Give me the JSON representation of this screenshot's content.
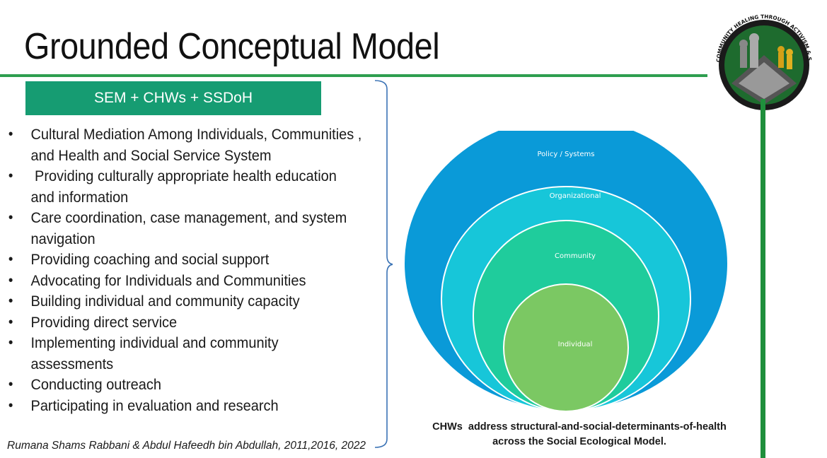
{
  "title": "Grounded Conceptual Model",
  "header_box": "SEM + CHWs + SSDoH",
  "bullets": [
    "Cultural Mediation Among Individuals, Communities , and Health and Social Service System",
    " Providing culturally appropriate health education and information",
    "Care coordination, case management, and system navigation",
    "Providing coaching and social support",
    "Advocating for Individuals and Communities",
    "Building individual and community capacity",
    "Providing direct service",
    "Implementing individual and community assessments",
    "Conducting outreach",
    "Participating in evaluation and research"
  ],
  "bullet_glyph": "•",
  "citation": "Rumana Shams Rabbani & Abdul Hafeedh bin Abdullah, 2011,2016, 2022",
  "diagram": {
    "levels": [
      {
        "label": "Policy / Systems",
        "color": "#0a9ad8"
      },
      {
        "label": "Organizational",
        "color": "#17c6d9"
      },
      {
        "label": "Community",
        "color": "#1fcc9c"
      },
      {
        "label": "Individual",
        "color": "#7bc863"
      }
    ],
    "caption_line1": "CHWs  address structural-and-social-determinants-of-health",
    "caption_line2": "across the Social Ecological Model."
  },
  "logo": {
    "text": "COMMUNITY HEALING THROUGH ACTIVISM & STRATEGIC MOBILIZATION",
    "icon": "chess-pieces-globe-icon"
  },
  "colors": {
    "accent_green": "#2e9e4f",
    "header_green": "#169c72",
    "dark_green": "#1f8f3c"
  }
}
